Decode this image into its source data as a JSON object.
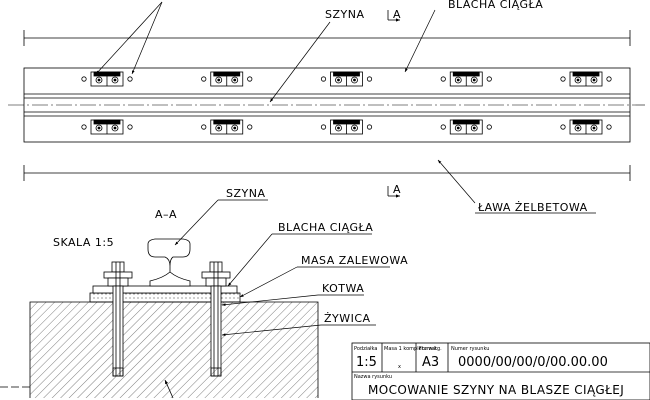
{
  "plan_view": {
    "labels": {
      "rail": "SZYNA",
      "plate": "BLACHA CIĄGŁA",
      "footing": "ŁAWA ŻELBETOWA",
      "section_mark": "A"
    },
    "clamp_count_per_row": 5
  },
  "section_view": {
    "title": "A–A",
    "scale": "SKALA 1:5",
    "labels": {
      "rail": "SZYNA",
      "plate": "BLACHA CIĄGŁA",
      "grout": "MASA ZALEWOWA",
      "anchor": "KOTWA",
      "resin": "ŻYWICA"
    }
  },
  "title_block": {
    "scale_header": "Podziałka",
    "scale_value": "1:5",
    "mass_header": "Masa 1 kompletu w kg.",
    "mass_value": "x",
    "format_header": "Format",
    "format_value": "A3",
    "number_header": "Numer rysunku",
    "number_value": "0000/00/00/0/00.00.00",
    "name_header": "Nazwa rysunku",
    "name_value": "MOCOWANIE SZYNY NA BLASZE CIĄGŁEJ"
  }
}
